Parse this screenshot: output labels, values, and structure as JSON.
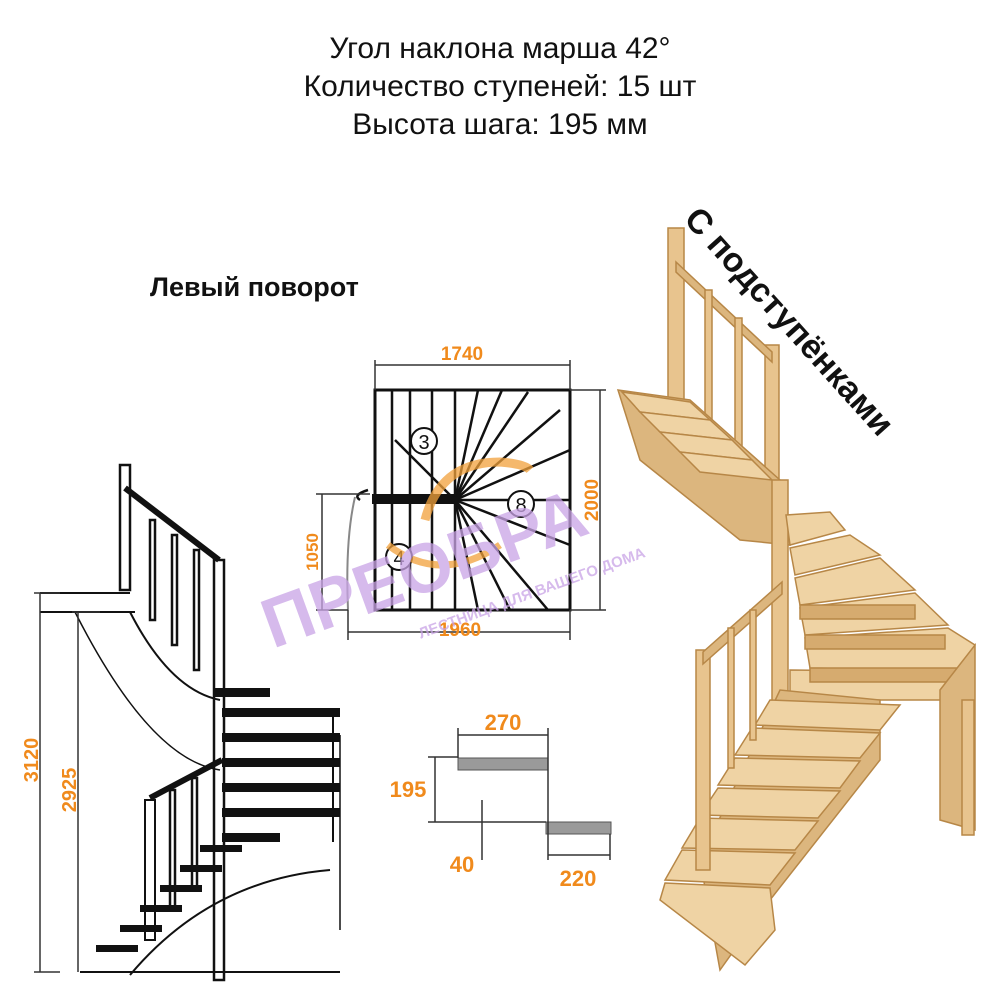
{
  "header": {
    "line1": "Угол наклона марша 42°",
    "line2": "Количество ступеней: 15 шт",
    "line3": "Высота шага: 195 мм"
  },
  "turn_label": "Левый поворот",
  "risers_label": "С подступёнками",
  "plan": {
    "dim_top": "1740",
    "dim_bottom": "1960",
    "dim_right": "2000",
    "dim_left": "1050",
    "step_numbers": [
      "3",
      "4",
      "8"
    ]
  },
  "elevation": {
    "dim_total": "3120",
    "dim_floor": "2925"
  },
  "step_detail": {
    "dim_tread": "270",
    "dim_rise": "195",
    "dim_thickness": "40",
    "dim_overlap": "220"
  },
  "watermark": {
    "brand": "ПРЕОБРА",
    "tagline": "ЛЕСТНИЦА ДЛЯ ВАШЕГО ДОМА"
  },
  "colors": {
    "dimension": "#f08a1c",
    "wood": "#e8c48e",
    "watermark": "#c9a3e6"
  }
}
